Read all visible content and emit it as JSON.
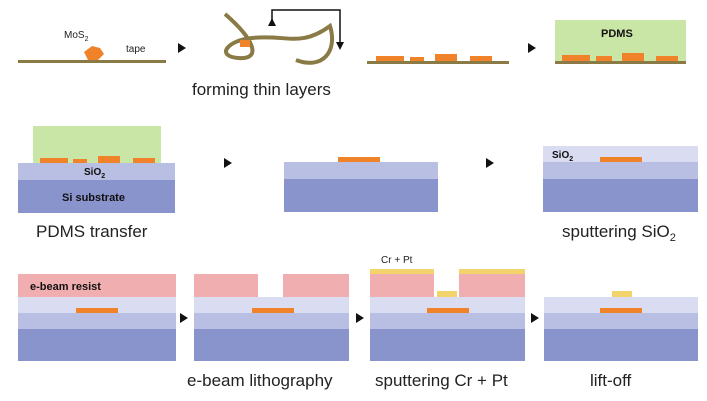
{
  "colors": {
    "tape": "#8a7a45",
    "flake": "#f0822a",
    "pdms": "#c9e6a6",
    "sio2": "#b9bfe2",
    "sio2_top": "#dadcf2",
    "si": "#8a94cc",
    "resist": "#f1aeb0",
    "crpt": "#f3d36b",
    "arrow": "#111111"
  },
  "labels": {
    "mos2": "MoS",
    "mos2_sub": "2",
    "tape": "tape",
    "forming": "forming thin layers",
    "pdms_box": "PDMS",
    "sio2_a": "SiO",
    "sio2_a_sub": "2",
    "si_substrate": "Si substrate",
    "pdms_transfer": "PDMS transfer",
    "sio2_b": "SiO",
    "sio2_b_sub": "2",
    "sputtering_sio2": "sputtering SiO",
    "sputtering_sio2_sub": "2",
    "ebeam_resist": "e-beam resist",
    "ebeam_litho": "e-beam lithography",
    "cr_pt_top": "Cr + Pt",
    "sputtering_crpt": "sputtering Cr + Pt",
    "liftoff": "lift-off"
  }
}
